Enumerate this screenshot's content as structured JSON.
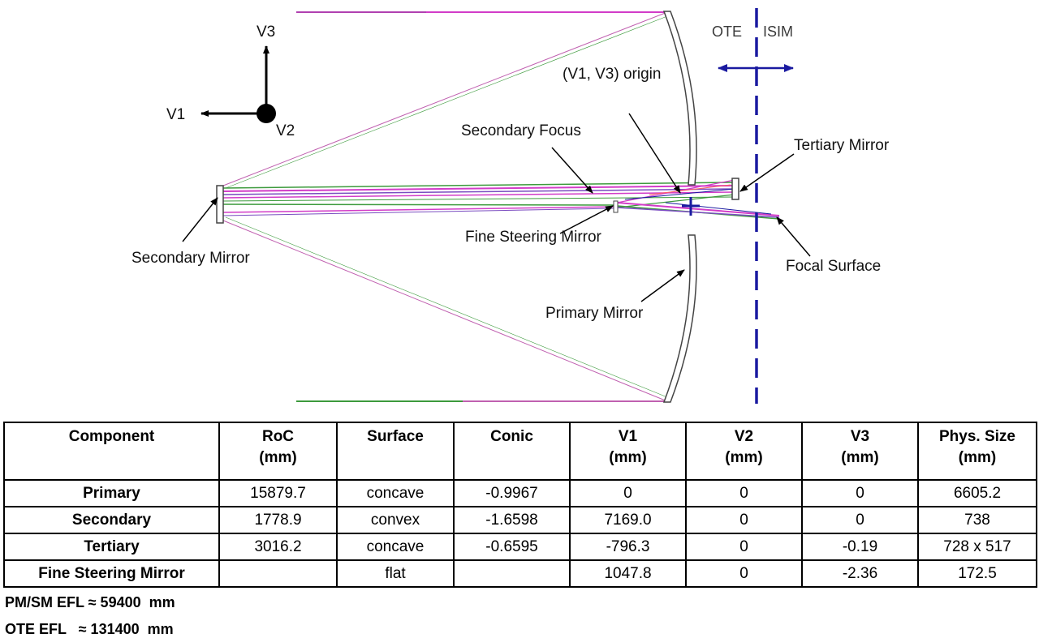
{
  "diagram": {
    "axes": {
      "v3": "V3",
      "v1": "V1",
      "v2": "V2"
    },
    "interface": {
      "ote": "OTE",
      "isim": "ISIM"
    },
    "labels": {
      "origin": "(V1, V3) origin",
      "secondary_focus": "Secondary Focus",
      "tertiary_mirror": "Tertiary Mirror",
      "secondary_mirror": "Secondary Mirror",
      "fine_steering_mirror": "Fine Steering Mirror",
      "focal_surface": "Focal Surface",
      "primary_mirror": "Primary Mirror"
    },
    "colors": {
      "ray_magenta": "#d23cc8",
      "ray_green": "#3c9a3c",
      "boundary_blue": "#1a1aa0",
      "mirror_outline": "#444444"
    }
  },
  "table": {
    "headers": [
      {
        "line1": "Component",
        "line2": ""
      },
      {
        "line1": "RoC",
        "line2": "(mm)"
      },
      {
        "line1": "Surface",
        "line2": ""
      },
      {
        "line1": "Conic",
        "line2": ""
      },
      {
        "line1": "V1",
        "line2": "(mm)"
      },
      {
        "line1": "V2",
        "line2": "(mm)"
      },
      {
        "line1": "V3",
        "line2": "(mm)"
      },
      {
        "line1": "Phys. Size",
        "line2": "(mm)"
      }
    ],
    "rows": [
      [
        "Primary",
        "15879.7",
        "concave",
        "-0.9967",
        "0",
        "0",
        "0",
        "6605.2"
      ],
      [
        "Secondary",
        "1778.9",
        "convex",
        "-1.6598",
        "7169.0",
        "0",
        "0",
        "738"
      ],
      [
        "Tertiary",
        "3016.2",
        "concave",
        "-0.6595",
        "-796.3",
        "0",
        "-0.19",
        "728 x 517"
      ],
      [
        "Fine Steering Mirror",
        "",
        "flat",
        "",
        "1047.8",
        "0",
        "-2.36",
        "172.5"
      ]
    ]
  },
  "footer": {
    "pm_sm_efl": "PM/SM EFL ≈ 59400  mm",
    "ote_efl": "OTE EFL   ≈ 131400  mm"
  }
}
